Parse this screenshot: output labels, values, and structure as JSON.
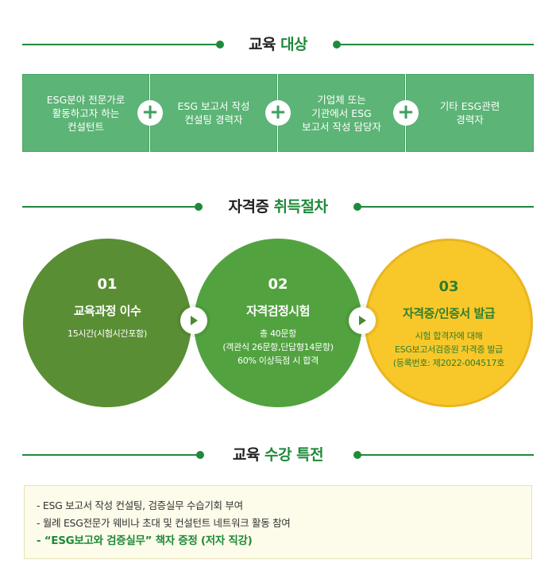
{
  "section1": {
    "title_dark": "교육",
    "title_green": "대상"
  },
  "targets": [
    {
      "label": "ESG분야 전문가로\n활동하고자 하는\n컨설턴트"
    },
    {
      "label": "ESG 보고서 작성\n컨설팅 경력자"
    },
    {
      "label": "기업체 또는\n기관에서 ESG\n보고서 작성 담당자"
    },
    {
      "label": "기타 ESG관련\n경력자"
    }
  ],
  "plus_symbol": "+",
  "section2": {
    "title_dark": "자격증",
    "title_green": "취득절차"
  },
  "steps": [
    {
      "num": "01",
      "title": "교육과정 이수",
      "desc": "15시간(시험시간포함)"
    },
    {
      "num": "02",
      "title": "자격검정시험",
      "desc": "총 40문항\n(객관식 26문항,단답형14문항)\n60% 이상득점 시 합격"
    },
    {
      "num": "03",
      "title": "자격증/인증서 발급",
      "desc": "시험 합격자에 대해\nESG보고서검증원 자격증 발급\n(등록번호: 제2022-004517호"
    }
  ],
  "section3": {
    "title_dark": "교육",
    "title_green": "수강 특전"
  },
  "benefits": [
    "- ESG 보고서 작성 컨설팅, 검증실무 수습기회 부여",
    "- 월례 ESG전문가 웨비나 초대 및 컨설턴트 네트워크 활동 참여",
    "- “ESG보고와 검증실무” 책자 증정 (저자 직강)"
  ],
  "colors": {
    "accent": "#1f8a3a",
    "box_green": "#5cb476",
    "step1": "#5a8e34",
    "step2": "#52a340",
    "step3": "#f8c82a"
  },
  "icons": {
    "plus": "plus-icon",
    "arrow": "play-arrow-icon"
  }
}
